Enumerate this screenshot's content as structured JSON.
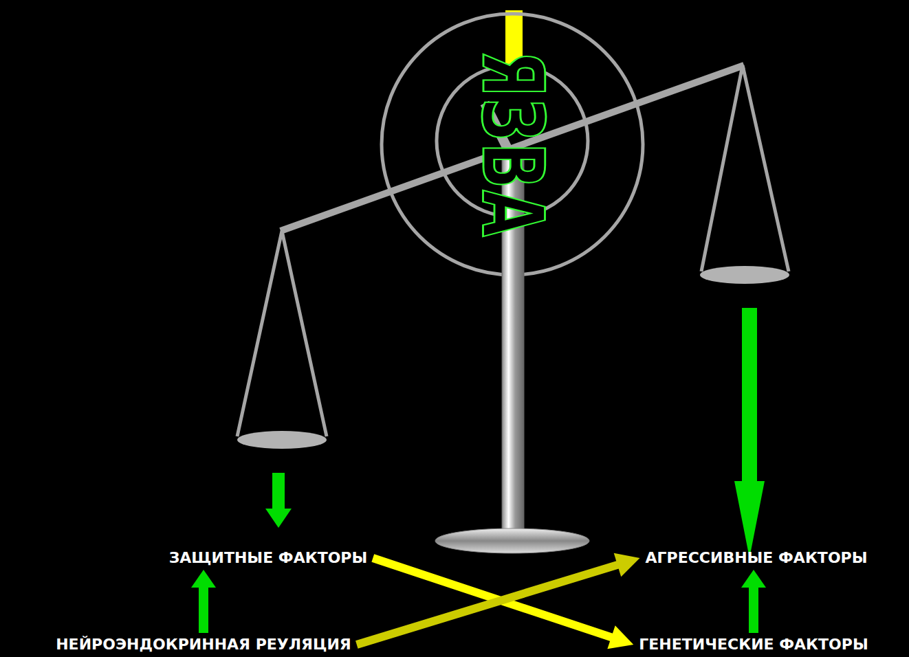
{
  "diagram": {
    "nodes": [
      {
        "text": [
          "ЗАЩИТНЫЕ ФАКТОРЫ"
        ]
      },
      {
        "text": [
          "АГРЕССИВНЫЕ ФАКТОРЫ"
        ]
      },
      {
        "text": [
          "НЕЙРОЭНДОКРИННАЯ РЕУЛЯЦИЯ"
        ]
      },
      {
        "text": [
          "ГЕНЕТИЧЕСКИЕ ФАКТОРЫ"
        ]
      }
    ],
    "edges": [
      {
        "from": 2,
        "to": 0,
        "arrow": "to"
      },
      {
        "from": 3,
        "to": 1,
        "arrow": "to"
      },
      {
        "from": 0,
        "to": 3,
        "arrow": "to"
      },
      {
        "from": 2,
        "to": 1,
        "arrow": "to"
      }
    ],
    "labels": [
      "ЯЗВА"
    ]
  }
}
